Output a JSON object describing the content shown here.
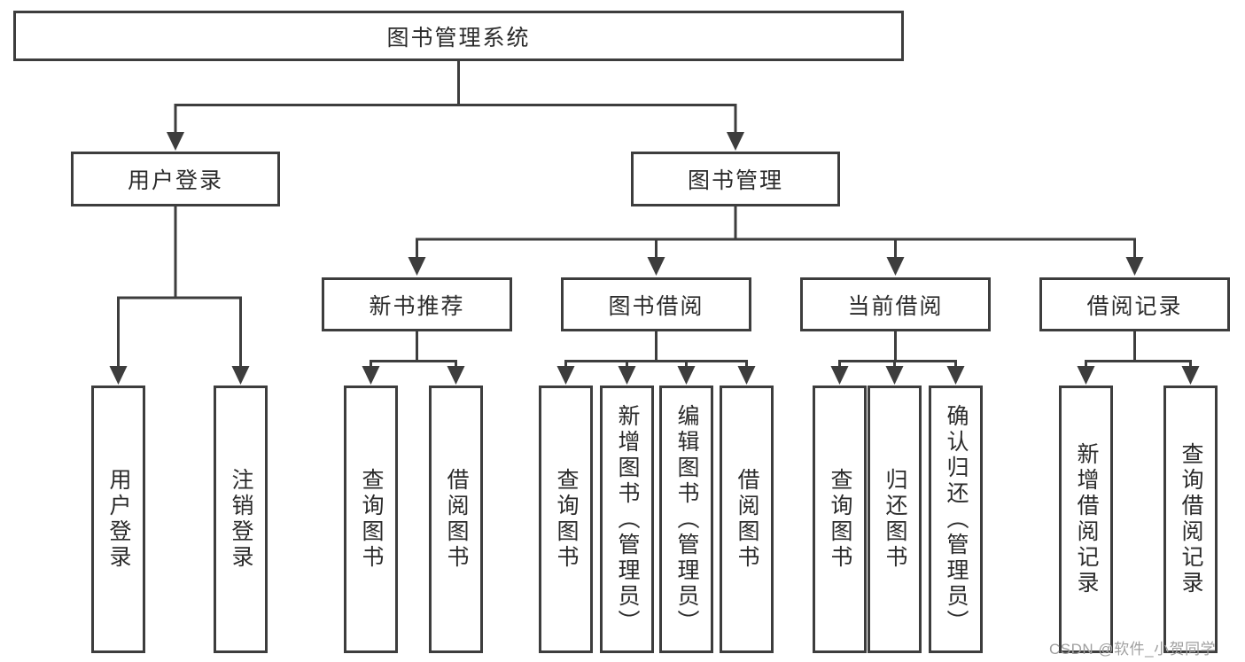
{
  "diagram": {
    "root": {
      "label": "图书管理系统"
    },
    "user_branch": {
      "label": "用户登录",
      "children": [
        {
          "label": "用户登录"
        },
        {
          "label": "注销登录"
        }
      ]
    },
    "mgmt_branch": {
      "label": "图书管理",
      "sections": [
        {
          "label": "新书推荐",
          "children": [
            {
              "label": "查询图书"
            },
            {
              "label": "借阅图书"
            }
          ]
        },
        {
          "label": "图书借阅",
          "children": [
            {
              "label": "查询图书"
            },
            {
              "label": "新增图书（管理员）"
            },
            {
              "label": "编辑图书（管理员）"
            },
            {
              "label": "借阅图书"
            }
          ]
        },
        {
          "label": "当前借阅",
          "children": [
            {
              "label": "查询图书"
            },
            {
              "label": "归还图书"
            },
            {
              "label": "确认归还（管理员）"
            }
          ]
        },
        {
          "label": "借阅记录",
          "children": [
            {
              "label": "新增借阅记录"
            },
            {
              "label": "查询借阅记录"
            }
          ]
        }
      ]
    },
    "colors": {
      "line": "#3d3d3d",
      "text": "#2b2b2b",
      "background": "#ffffff",
      "watermark": "#9f9f9f"
    }
  },
  "watermark": {
    "text": "CSDN @软件_小贺同学"
  }
}
